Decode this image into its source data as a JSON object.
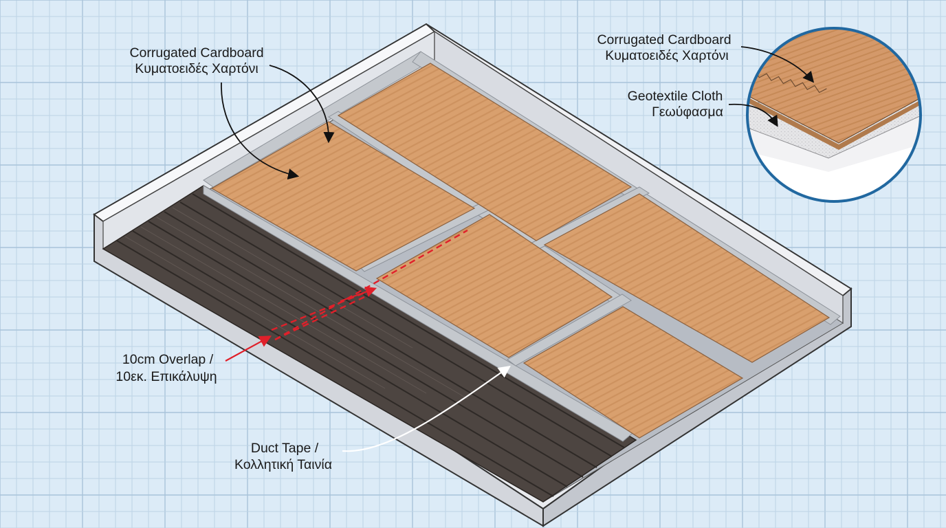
{
  "colors": {
    "background": "#dcebf7",
    "grid_line": "#a8c3da",
    "cardboard": "#d9a06e",
    "cardboard_stripe": "#c98e5d",
    "dark_floor": "#4d4541",
    "duct_tape": "#c4c8cd",
    "frame": "#f2f3f6",
    "overlap_dash": "#e0202a",
    "callout_ring": "#2168a0"
  },
  "labels": {
    "cardboard_main": {
      "en": "Corrugated Cardboard",
      "el": "Κυματοειδές Χαρτόνι"
    },
    "cardboard_inset": {
      "en": "Corrugated Cardboard",
      "el": "Κυματοειδές Χαρτόνι"
    },
    "geotextile": {
      "en": "Geotextile Cloth",
      "el": "Γεωύφασμα"
    },
    "overlap": {
      "line1": "10cm Overlap /",
      "line2": "10εκ. Επικάλυψη"
    },
    "duct_tape": {
      "line1": "Duct Tape /",
      "line2": "Κολλητική Ταινία"
    }
  },
  "icons": {
    "inset": "magnified-layer-callout-icon",
    "arrow": "pointer-arrow-icon"
  }
}
